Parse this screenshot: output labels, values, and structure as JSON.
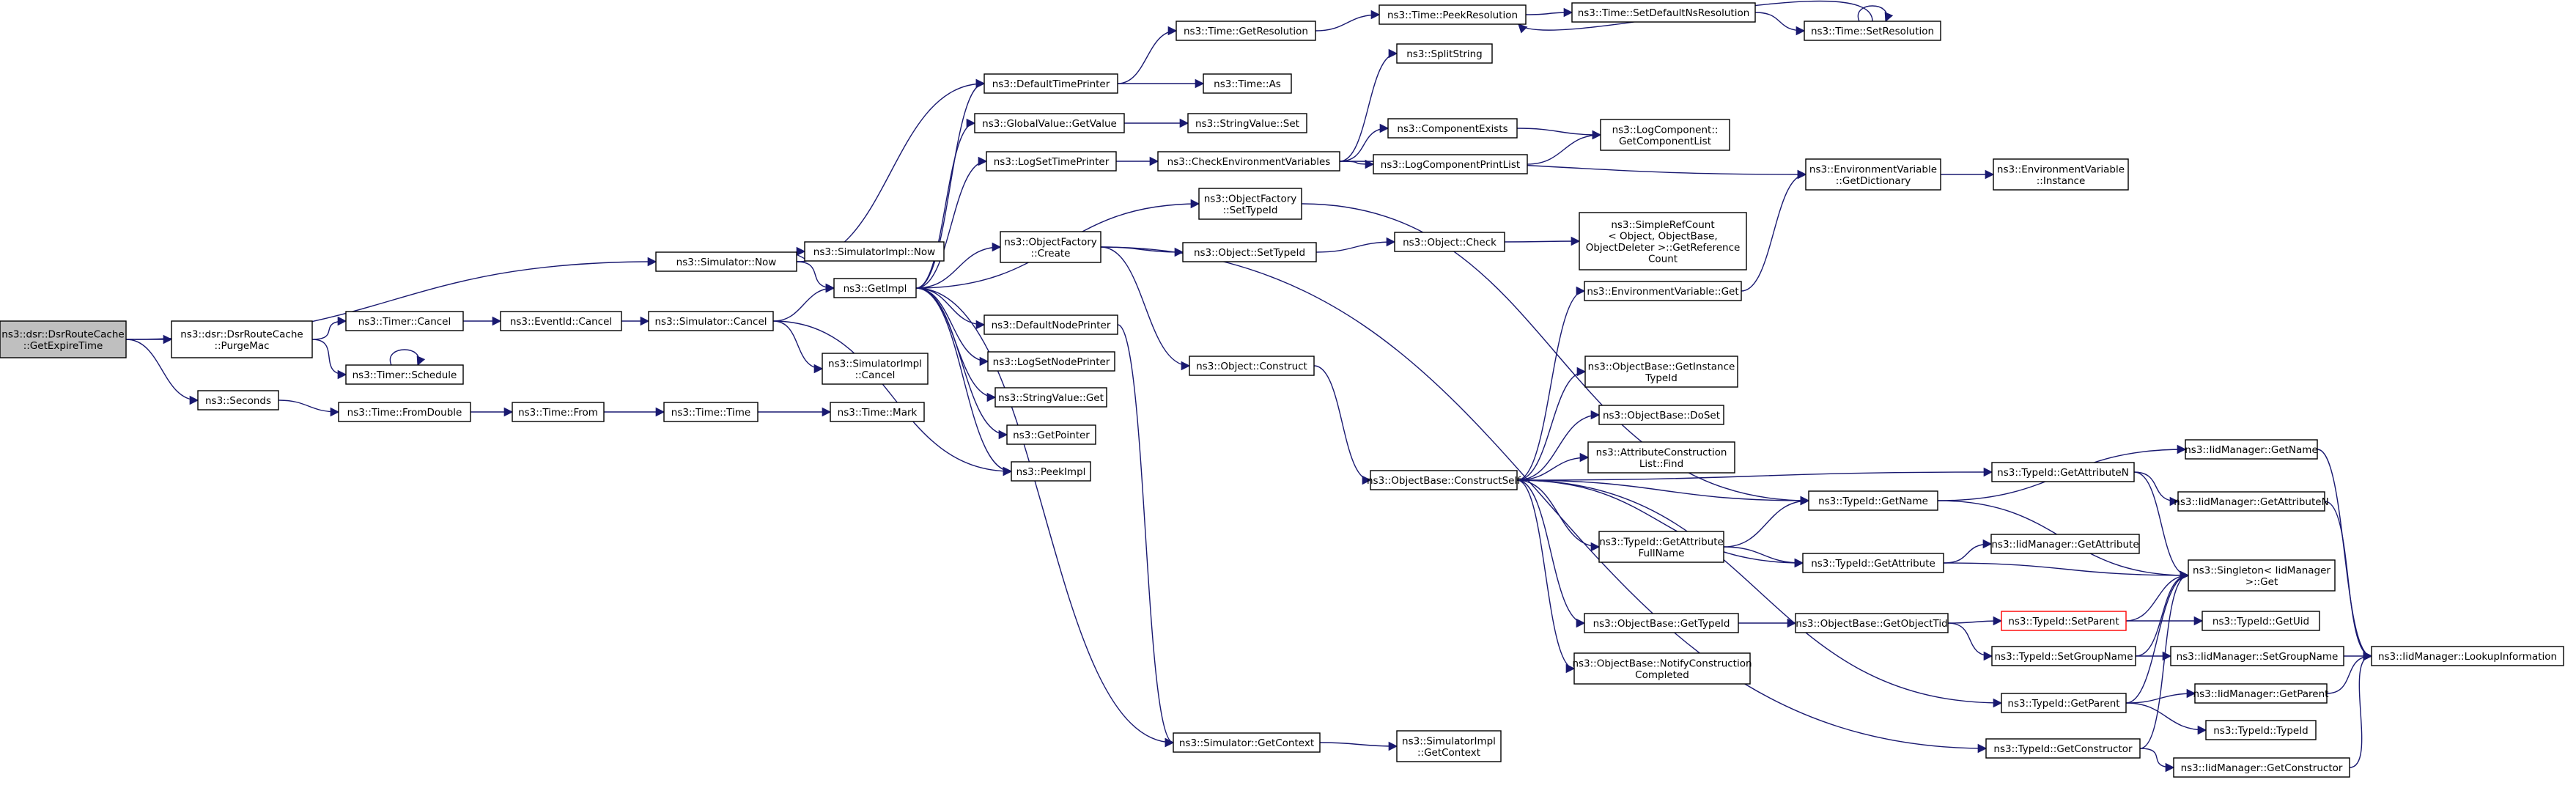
{
  "graph": {
    "title": "Call graph of ns3::dsr::DsrRouteCache::GetExpireTime",
    "edge_color": "#191970",
    "root_fill": "#bfbfbf",
    "warn_stroke": "#ff0000",
    "nodes": {
      "root": [
        "ns3::dsr::DsrRouteCache",
        "::GetExpireTime"
      ],
      "purgemac": [
        "ns3::dsr::DsrRouteCache",
        "::PurgeMac"
      ],
      "seconds": [
        "ns3::Seconds"
      ],
      "sim_now": [
        "ns3::Simulator::Now"
      ],
      "timer_cancel": [
        "ns3::Timer::Cancel"
      ],
      "timer_schedule": [
        "ns3::Timer::Schedule"
      ],
      "fromdouble": [
        "ns3::Time::FromDouble"
      ],
      "eventid_cancel": [
        "ns3::EventId::Cancel"
      ],
      "time_from": [
        "ns3::Time::From"
      ],
      "simimpl_now": [
        "ns3::SimulatorImpl::Now"
      ],
      "sim_cancel": [
        "ns3::Simulator::Cancel"
      ],
      "time_time": [
        "ns3::Time::Time"
      ],
      "time_mark": [
        "ns3::Time::Mark"
      ],
      "simimpl_cancel": [
        "ns3::SimulatorImpl",
        "::Cancel"
      ],
      "getimpl": [
        "ns3::GetImpl"
      ],
      "defaulttimeprinter": [
        "ns3::DefaultTimePrinter"
      ],
      "gv_getvalue": [
        "ns3::GlobalValue::GetValue"
      ],
      "logsettimeprinter": [
        "ns3::LogSetTimePrinter"
      ],
      "of_create": [
        "ns3::ObjectFactory",
        "::Create"
      ],
      "defaultnodeprinter": [
        "ns3::DefaultNodePrinter"
      ],
      "logsetnodeprinter": [
        "ns3::LogSetNodePrinter"
      ],
      "sv_get": [
        "ns3::StringValue::Get"
      ],
      "getpointer": [
        "ns3::GetPointer"
      ],
      "peekimpl": [
        "ns3::PeekImpl"
      ],
      "sim_getcontext": [
        "ns3::Simulator::GetContext"
      ],
      "time_getresolution": [
        "ns3::Time::GetResolution"
      ],
      "time_as": [
        "ns3::Time::As"
      ],
      "sv_set": [
        "ns3::StringValue::Set"
      ],
      "checkenv": [
        "ns3::CheckEnvironmentVariables"
      ],
      "of_settypeid": [
        "ns3::ObjectFactory",
        "::SetTypeId"
      ],
      "obj_settypeid": [
        "ns3::Object::SetTypeId"
      ],
      "obj_construct": [
        "ns3::Object::Construct"
      ],
      "simimpl_getcontext": [
        "ns3::SimulatorImpl",
        "::GetContext"
      ],
      "peekresolution": [
        "ns3::Time::PeekResolution"
      ],
      "splitstring": [
        "ns3::SplitString"
      ],
      "componentexists": [
        "ns3::ComponentExists"
      ],
      "logcomponentprintlist": [
        "ns3::LogComponentPrintList"
      ],
      "obj_check": [
        "ns3::Object::Check"
      ],
      "ob_constructself": [
        "ns3::ObjectBase::ConstructSelf"
      ],
      "setdefaultnsres": [
        "ns3::Time::SetDefaultNsResolution"
      ],
      "logcomp_getlist": [
        "ns3::LogComponent::",
        "GetComponentList"
      ],
      "simplerefcount": [
        "ns3::SimpleRefCount",
        "< Object, ObjectBase,",
        "ObjectDeleter >::GetReference",
        "Count"
      ],
      "envvar_get": [
        "ns3::EnvironmentVariable::Get"
      ],
      "ob_getinstancetypeid": [
        "ns3::ObjectBase::GetInstance",
        "TypeId"
      ],
      "ob_doset": [
        "ns3::ObjectBase::DoSet"
      ],
      "attrconst_find": [
        "ns3::AttributeConstruction",
        "List::Find"
      ],
      "typeid_getattrfullname": [
        "ns3::TypeId::GetAttribute",
        "FullName"
      ],
      "ob_gettypeid": [
        "ns3::ObjectBase::GetTypeId"
      ],
      "ob_notify": [
        "ns3::ObjectBase::NotifyConstruction",
        "Completed"
      ],
      "time_setresolution": [
        "ns3::Time::SetResolution"
      ],
      "envvar_getdict": [
        "ns3::EnvironmentVariable",
        "::GetDictionary"
      ],
      "typeid_getname": [
        "ns3::TypeId::GetName"
      ],
      "typeid_getattribute": [
        "ns3::TypeId::GetAttribute"
      ],
      "ob_getobjecttid": [
        "ns3::ObjectBase::GetObjectTid"
      ],
      "envvar_instance": [
        "ns3::EnvironmentVariable",
        "::Instance"
      ],
      "typeid_getattributen": [
        "ns3::TypeId::GetAttributeN"
      ],
      "iid_getattribute": [
        "ns3::IidManager::GetAttribute"
      ],
      "typeid_setparent": [
        "ns3::TypeId::SetParent"
      ],
      "typeid_setgroupname": [
        "ns3::TypeId::SetGroupName"
      ],
      "typeid_getparent": [
        "ns3::TypeId::GetParent"
      ],
      "typeid_getconstructor": [
        "ns3::TypeId::GetConstructor"
      ],
      "iid_getname": [
        "ns3::IidManager::GetName"
      ],
      "iid_getattributen": [
        "ns3::IidManager::GetAttributeN"
      ],
      "singleton_get": [
        "ns3::Singleton< IidManager",
        ">::Get"
      ],
      "typeid_getuid": [
        "ns3::TypeId::GetUid"
      ],
      "iid_setgroupname": [
        "ns3::IidManager::SetGroupName"
      ],
      "iid_getparent": [
        "ns3::IidManager::GetParent"
      ],
      "typeid_typeid": [
        "ns3::TypeId::TypeId"
      ],
      "iid_getconstructor": [
        "ns3::IidManager::GetConstructor"
      ],
      "iid_lookup": [
        "ns3::IidManager::LookupInformation"
      ]
    },
    "edges": [
      [
        "root",
        "sim_now"
      ],
      [
        "root",
        "purgemac"
      ],
      [
        "root",
        "seconds"
      ],
      [
        "purgemac",
        "timer_cancel"
      ],
      [
        "purgemac",
        "timer_schedule"
      ],
      [
        "timer_schedule",
        "timer_schedule"
      ],
      [
        "seconds",
        "fromdouble"
      ],
      [
        "timer_cancel",
        "eventid_cancel"
      ],
      [
        "eventid_cancel",
        "sim_cancel"
      ],
      [
        "fromdouble",
        "time_from"
      ],
      [
        "time_from",
        "time_time"
      ],
      [
        "time_time",
        "time_mark"
      ],
      [
        "sim_now",
        "defaulttimeprinter"
      ],
      [
        "sim_now",
        "simimpl_now"
      ],
      [
        "sim_now",
        "getimpl"
      ],
      [
        "sim_cancel",
        "getimpl"
      ],
      [
        "sim_cancel",
        "simimpl_cancel"
      ],
      [
        "sim_cancel",
        "peekimpl"
      ],
      [
        "getimpl",
        "defaulttimeprinter"
      ],
      [
        "getimpl",
        "gv_getvalue"
      ],
      [
        "getimpl",
        "logsettimeprinter"
      ],
      [
        "getimpl",
        "of_settypeid"
      ],
      [
        "getimpl",
        "of_create"
      ],
      [
        "getimpl",
        "defaultnodeprinter"
      ],
      [
        "getimpl",
        "logsetnodeprinter"
      ],
      [
        "getimpl",
        "sv_get"
      ],
      [
        "getimpl",
        "getpointer"
      ],
      [
        "getimpl",
        "peekimpl"
      ],
      [
        "getimpl",
        "sim_getcontext"
      ],
      [
        "defaulttimeprinter",
        "time_getresolution"
      ],
      [
        "defaulttimeprinter",
        "time_as"
      ],
      [
        "gv_getvalue",
        "sv_set"
      ],
      [
        "logsettimeprinter",
        "checkenv"
      ],
      [
        "of_create",
        "obj_settypeid"
      ],
      [
        "of_create",
        "obj_construct"
      ],
      [
        "of_create",
        "typeid_getconstructor"
      ],
      [
        "defaultnodeprinter",
        "sim_getcontext"
      ],
      [
        "time_getresolution",
        "peekresolution"
      ],
      [
        "peekresolution",
        "setdefaultnsres"
      ],
      [
        "setdefaultnsres",
        "time_setresolution"
      ],
      [
        "time_setresolution",
        "time_setresolution"
      ],
      [
        "time_setresolution",
        "peekresolution"
      ],
      [
        "checkenv",
        "splitstring"
      ],
      [
        "checkenv",
        "componentexists"
      ],
      [
        "checkenv",
        "logcomponentprintlist"
      ],
      [
        "checkenv",
        "envvar_getdict"
      ],
      [
        "componentexists",
        "logcomp_getlist"
      ],
      [
        "logcomponentprintlist",
        "logcomp_getlist"
      ],
      [
        "of_settypeid",
        "typeid_getname"
      ],
      [
        "obj_settypeid",
        "obj_check"
      ],
      [
        "obj_check",
        "simplerefcount"
      ],
      [
        "obj_construct",
        "ob_constructself"
      ],
      [
        "sim_getcontext",
        "simimpl_getcontext"
      ],
      [
        "ob_constructself",
        "envvar_get"
      ],
      [
        "ob_constructself",
        "ob_getinstancetypeid"
      ],
      [
        "ob_constructself",
        "ob_doset"
      ],
      [
        "ob_constructself",
        "attrconst_find"
      ],
      [
        "ob_constructself",
        "typeid_getname"
      ],
      [
        "ob_constructself",
        "typeid_getattributen"
      ],
      [
        "ob_constructself",
        "typeid_getattrfullname"
      ],
      [
        "ob_constructself",
        "typeid_getattribute"
      ],
      [
        "ob_constructself",
        "ob_gettypeid"
      ],
      [
        "ob_constructself",
        "ob_notify"
      ],
      [
        "ob_constructself",
        "typeid_getparent"
      ],
      [
        "envvar_get",
        "envvar_getdict"
      ],
      [
        "envvar_getdict",
        "envvar_instance"
      ],
      [
        "typeid_getattrfullname",
        "typeid_getname"
      ],
      [
        "typeid_getattrfullname",
        "typeid_getattribute"
      ],
      [
        "ob_gettypeid",
        "ob_getobjecttid"
      ],
      [
        "ob_getobjecttid",
        "typeid_setparent"
      ],
      [
        "ob_getobjecttid",
        "typeid_setgroupname"
      ],
      [
        "typeid_getname",
        "iid_getname"
      ],
      [
        "typeid_getname",
        "singleton_get"
      ],
      [
        "typeid_getattributen",
        "iid_getattributen"
      ],
      [
        "typeid_getattributen",
        "singleton_get"
      ],
      [
        "typeid_getattribute",
        "iid_getattribute"
      ],
      [
        "typeid_getattribute",
        "singleton_get"
      ],
      [
        "typeid_setparent",
        "singleton_get"
      ],
      [
        "typeid_setparent",
        "typeid_getuid"
      ],
      [
        "typeid_setgroupname",
        "iid_setgroupname"
      ],
      [
        "typeid_setgroupname",
        "singleton_get"
      ],
      [
        "typeid_getparent",
        "singleton_get"
      ],
      [
        "typeid_getparent",
        "iid_getparent"
      ],
      [
        "typeid_getparent",
        "typeid_typeid"
      ],
      [
        "typeid_getconstructor",
        "singleton_get"
      ],
      [
        "typeid_getconstructor",
        "iid_getconstructor"
      ],
      [
        "iid_getname",
        "iid_lookup"
      ],
      [
        "iid_getattributen",
        "iid_lookup"
      ],
      [
        "iid_setgroupname",
        "iid_lookup"
      ],
      [
        "iid_getparent",
        "iid_lookup"
      ],
      [
        "iid_getconstructor",
        "iid_lookup"
      ]
    ]
  }
}
